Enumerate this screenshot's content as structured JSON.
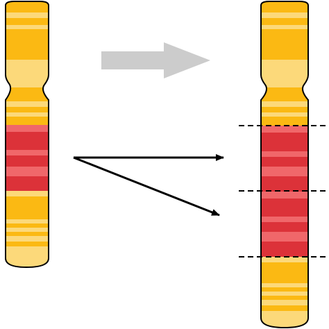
{
  "colors": {
    "background": "#ffffff",
    "band_light": "#fcd97a",
    "band_gold": "#fbb913",
    "band_red": "#dc3239",
    "band_pink": "#f0676a",
    "outline": "#000000",
    "grey_arrow": "#cccccc",
    "black_arrow": "#000000",
    "duplication_marker": "#000000"
  },
  "icons": {
    "transform_arrow": "arrow-right-icon",
    "mapping_arrows": "diverging-arrows-icon"
  },
  "original_chromosome": {
    "p_arm_bands": [
      "gold",
      "light",
      "gold",
      "light",
      "gold"
    ],
    "q_arm_bands": [
      "light",
      "gold",
      "light",
      "red",
      "pink",
      "red",
      "pink",
      "red",
      "pink",
      "gold",
      "light",
      "gold",
      "light",
      "gold"
    ],
    "duplicated_segment": "red-pink block"
  },
  "result_chromosome": {
    "p_arm_bands": [
      "gold",
      "light",
      "gold",
      "light",
      "gold"
    ],
    "q_arm_bands": [
      "light",
      "gold",
      "red",
      "pink",
      "red",
      "pink",
      "red",
      "pink",
      "red",
      "pink",
      "red",
      "pink",
      "gold",
      "light",
      "gold"
    ],
    "duplicated_segment_copies": 2
  }
}
